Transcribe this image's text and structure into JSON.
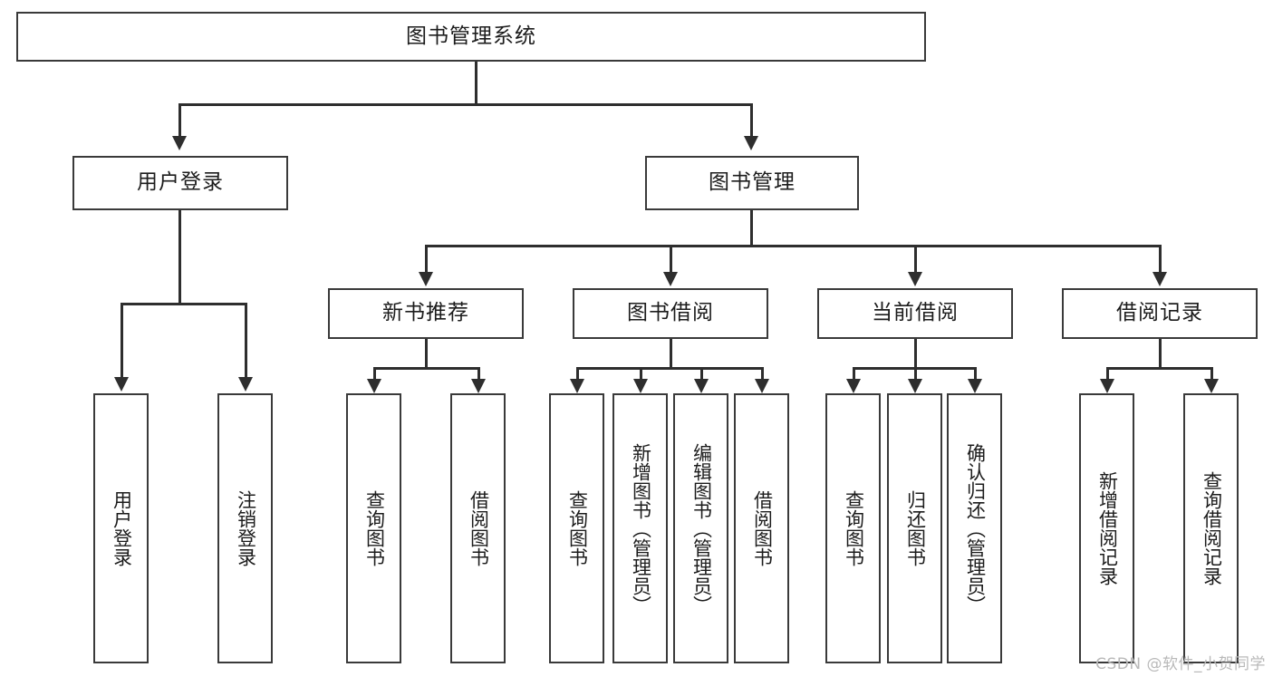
{
  "diagram": {
    "title": "图书管理系统",
    "type": "功能结构图",
    "watermark": "CSDN @软件_小贺同学",
    "colors": {
      "box_border": "#3a3a3a",
      "connector": "#2e2e2e",
      "background": "#ffffff",
      "text": "#1c1c1c",
      "watermark": "#b9b9b9"
    }
  },
  "nodes": {
    "root": {
      "label": "图书管理系统"
    },
    "level2": [
      {
        "id": "user-login",
        "label": "用户登录"
      },
      {
        "id": "book-manage",
        "label": "图书管理"
      }
    ],
    "level3": [
      {
        "id": "new-book-recommend",
        "label": "新书推荐"
      },
      {
        "id": "book-borrow",
        "label": "图书借阅"
      },
      {
        "id": "current-borrow",
        "label": "当前借阅"
      },
      {
        "id": "borrow-record",
        "label": "借阅记录"
      }
    ],
    "leaves": {
      "user_login": [
        {
          "id": "leaf-user-login",
          "label": "用户登录"
        },
        {
          "id": "leaf-logout",
          "label": "注销登录"
        }
      ],
      "new_book_recommend": [
        {
          "id": "leaf-query-book-1",
          "label": "查询图书"
        },
        {
          "id": "leaf-borrow-book-1",
          "label": "借阅图书"
        }
      ],
      "book_borrow": [
        {
          "id": "leaf-query-book-2",
          "label": "查询图书"
        },
        {
          "id": "leaf-add-book",
          "label": "新增图书（管理员）"
        },
        {
          "id": "leaf-edit-book",
          "label": "编辑图书（管理员）"
        },
        {
          "id": "leaf-borrow-book-2",
          "label": "借阅图书"
        }
      ],
      "current_borrow": [
        {
          "id": "leaf-query-book-3",
          "label": "查询图书"
        },
        {
          "id": "leaf-return-book",
          "label": "归还图书"
        },
        {
          "id": "leaf-confirm-return",
          "label": "确认归还（管理员）"
        }
      ],
      "borrow_record": [
        {
          "id": "leaf-add-record",
          "label": "新增借阅记录"
        },
        {
          "id": "leaf-query-record",
          "label": "查询借阅记录"
        }
      ]
    }
  }
}
